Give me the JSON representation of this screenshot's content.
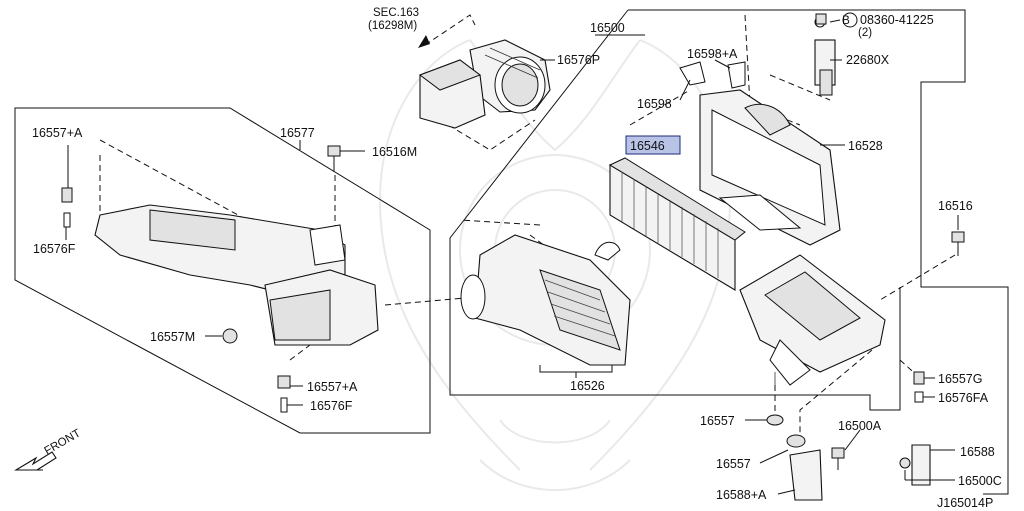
{
  "labels": {
    "sec_ref": "SEC.163",
    "sec_ref_sub": "(16298M)",
    "p16500": "16500",
    "p16598a": "16598+A",
    "p08360": "08360-41225",
    "p08360_b": "B",
    "p08360_qty": "(2)",
    "p22680x": "22680X",
    "p16576p": "16576P",
    "p16598": "16598",
    "p16528": "16528",
    "p16546": "16546",
    "p16577": "16577",
    "p16557a_top": "16557+A",
    "p16516m": "16516M",
    "p16576f_left": "16576F",
    "p16557m": "16557M",
    "p16557a_bot": "16557+A",
    "p16576f_bot": "16576F",
    "p16526": "16526",
    "p16516": "16516",
    "p16557g": "16557G",
    "p16576fa": "16576FA",
    "p16557_1": "16557",
    "p16500a": "16500A",
    "p16557_2": "16557",
    "p16588": "16588",
    "p16500c": "16500C",
    "p16588a": "16588+A",
    "front": "FRONT",
    "diagram_code": "J165014P"
  },
  "highlight_color": "#b9c3e6"
}
